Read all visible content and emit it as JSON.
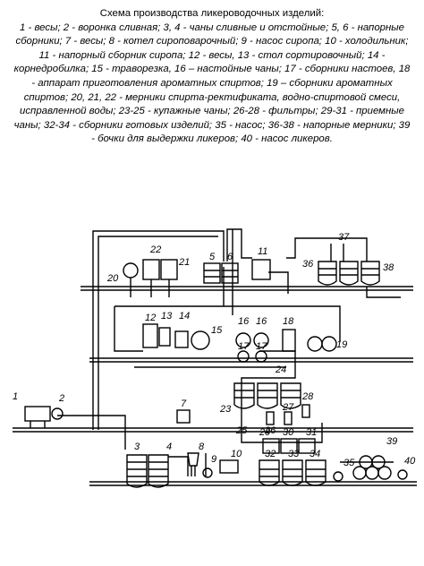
{
  "caption": {
    "title": "Схема производства ликероводочных изделий:",
    "body": "1 - весы; 2 - воронка сливная; 3, 4 - чаны сливные и отстойные; 5, 6 - напорные сборники; 7 - весы; 8 - котел сироповарочный; 9 - насос сиропа; 10 - холодильник; 11 - напорный сборник сиропа; 12 - весы, 13 - стол сортировочный; 14 - корнедробилка; 15 - траворезка, 16 – настойные чаны; 17 - сборники настоев, 18 - аппарат приготовления ароматных спиртов; 19 – сборники ароматных спиртов; 20, 21, 22 - мерники спирта-ректификата, водно-спиртовой смеси, исправленной воды; 23-25 - купажные чаны; 26-28 - фильтры; 29-31 - приемные чаны; 32-34 - сборники готовых изделий; 35 - насос; 36-38 - напорные мерники; 39 - бочки для выдержки ликеров; 40 - насос ликеров."
  },
  "diagram": {
    "labels": {
      "n1": "1",
      "n2": "2",
      "n3": "3",
      "n4": "4",
      "n5": "5",
      "n6": "6",
      "n7": "7",
      "n8": "8",
      "n9": "9",
      "n10": "10",
      "n11": "11",
      "n12": "12",
      "n13": "13",
      "n14": "14",
      "n15": "15",
      "n16a": "16",
      "n16b": "16",
      "n17a": "17",
      "n17b": "17",
      "n18": "18",
      "n19": "19",
      "n20": "20",
      "n21": "21",
      "n22": "22",
      "n23": "23",
      "n24": "24",
      "n25": "25",
      "n26": "26",
      "n27": "27",
      "n28": "28",
      "n29": "29",
      "n30": "30",
      "n31": "31",
      "n32": "32",
      "n33": "33",
      "n34": "34",
      "n35": "35",
      "n36": "36",
      "n37": "37",
      "n38": "38",
      "n39": "39",
      "n40": "40"
    }
  }
}
